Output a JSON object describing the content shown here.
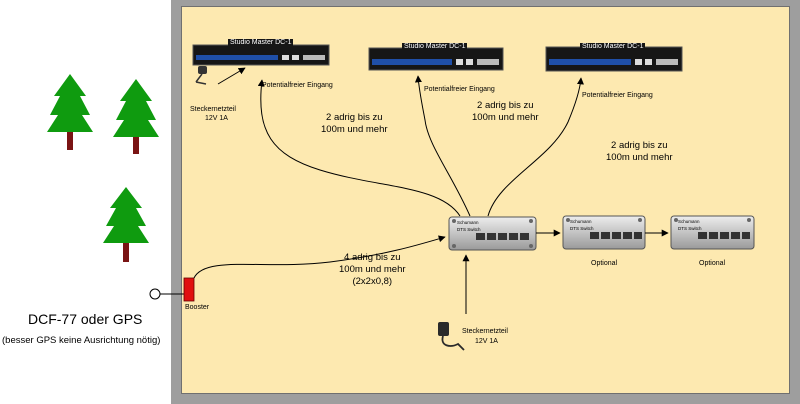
{
  "devices": {
    "clock_label": "Studio Master DC-1",
    "splitter_brand": "Schumann",
    "splitter_model": "DTS Switch"
  },
  "labels": {
    "psu_top": "Steckernetzteil",
    "psu_top_spec": "12V 1A",
    "input_1": "Potentialfreier Eingang",
    "input_2": "Potentialfreier Eingang",
    "input_3": "Potentialfreier Eingang",
    "cable_1_a": "2 adrig bis zu",
    "cable_1_b": "100m und mehr",
    "cable_2_a": "2 adrig bis zu",
    "cable_2_b": "100m und mehr",
    "cable_3_a": "2 adrig bis zu",
    "cable_3_b": "100m und mehr",
    "cable_4_a": "4 adrig bis zu",
    "cable_4_b": "100m und mehr",
    "cable_4_c": "(2x2x0,8)",
    "optional_1": "Optional",
    "optional_2": "Optional",
    "booster": "Booster",
    "psu_bottom": "Steckernetzteil",
    "psu_bottom_spec": "12V 1A",
    "source": "DCF-77 oder GPS",
    "source_note": "(besser GPS keine Ausrichtung nötig)"
  },
  "colors": {
    "panel": "#fde9b0",
    "frame": "#9e9e9e",
    "tree": "#0f9b0f",
    "trunk": "#7a1414",
    "booster": "#e01010"
  }
}
